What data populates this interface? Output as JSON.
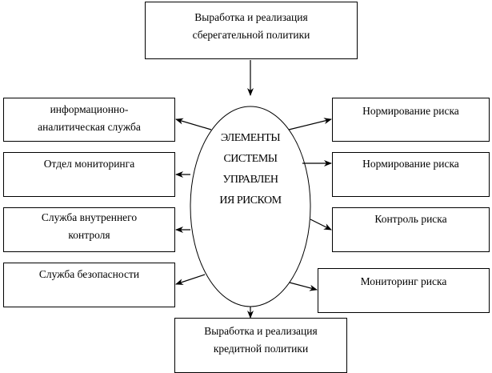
{
  "top_box": {
    "line1": "Выработка и реализация",
    "line2": "сберегательной политики"
  },
  "center": {
    "line1": "ЭЛЕМЕНТЫ",
    "line2": "СИСТЕМЫ",
    "line3": "УПРАВЛЕН",
    "line4": "ИЯ РИСКОМ"
  },
  "left_boxes": [
    {
      "line1": "информационно-",
      "line2": "аналитическая служба"
    },
    {
      "line1": "Отдел мониторинга",
      "line2": ""
    },
    {
      "line1": "Служба внутреннего",
      "line2": "контроля"
    },
    {
      "line1": "Служба безопасности",
      "line2": ""
    }
  ],
  "right_boxes": [
    {
      "line1": "Нормирование риска"
    },
    {
      "line1": "Нормирование риска"
    },
    {
      "line1": "Контроль риска"
    },
    {
      "line1": "Мониторинг риска"
    }
  ],
  "bottom_box": {
    "line1": "Выработка и реализация",
    "line2": "кредитной политики"
  }
}
